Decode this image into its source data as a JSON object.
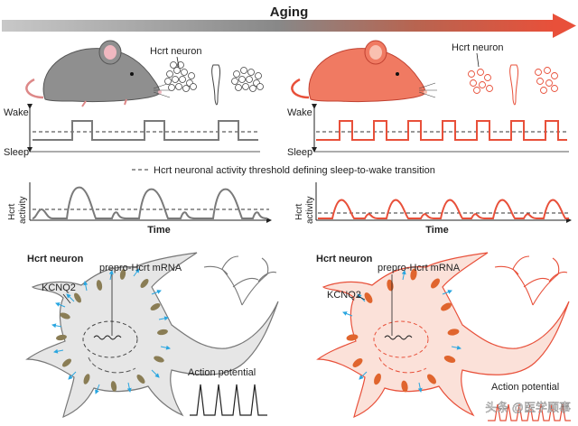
{
  "header": {
    "title": "Aging"
  },
  "labels": {
    "hcrt_neuron": "Hcrt neuron",
    "wake": "Wake",
    "sleep": "Sleep",
    "threshold_legend": "Hcrt neuronal activity threshold defining sleep-to-wake transition",
    "activity_axis_line1": "Hcrt",
    "activity_axis_line2": "activity",
    "time": "Time",
    "neuron_panel_title": "Hcrt neuron",
    "prepro_mrna": "prepro-Hcrt mRNA",
    "kcnq2": "KCNQ2",
    "action_potential": "Action potential"
  },
  "watermark": "头条 @医学顾事",
  "colors": {
    "young_gray": "#7a7a7a",
    "aged_red": "#e8503a",
    "aged_fill": "#f07a62",
    "aged_light": "#fbe1d9",
    "young_light": "#e3e3e3",
    "arrow_blue": "#2aa6e0",
    "channel_olive": "#8a7d55",
    "channel_orange": "#e0652e"
  }
}
